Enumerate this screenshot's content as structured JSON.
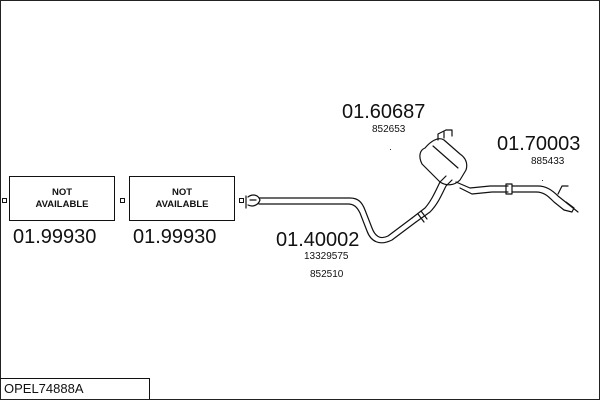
{
  "diagram": {
    "boxes": [
      {
        "text": "NOT\nAVAILABLE",
        "part_number": "01.99930"
      },
      {
        "text": "NOT\nAVAILABLE",
        "part_number": "01.99930"
      }
    ],
    "parts": [
      {
        "part_number": "01.40002",
        "refs": [
          "13329575",
          "852510"
        ]
      },
      {
        "part_number": "01.60687",
        "refs": [
          "852653"
        ]
      },
      {
        "part_number": "01.70003",
        "refs": [
          "885433"
        ]
      }
    ],
    "footer_code": "OPEL74888A",
    "colors": {
      "line": "#111111",
      "background": "#ffffff"
    }
  }
}
